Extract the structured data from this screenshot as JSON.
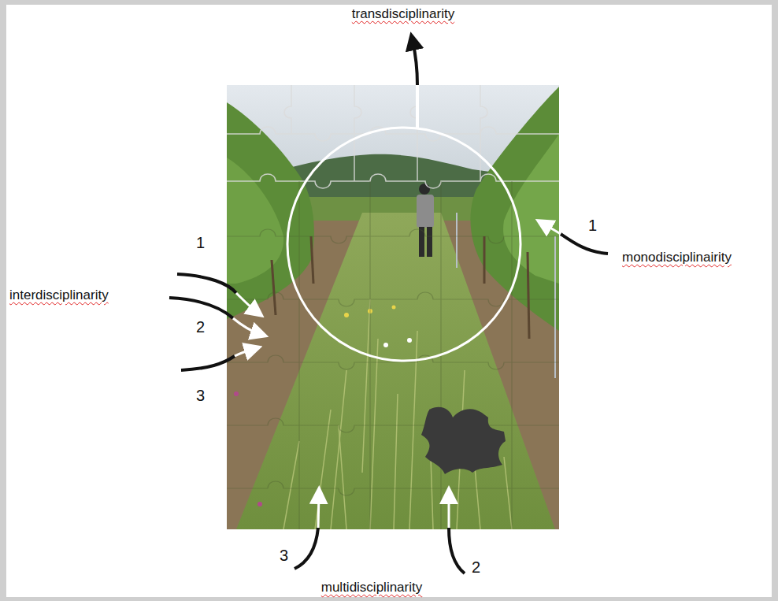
{
  "diagram": {
    "labels": [
      "transdisciplinarity",
      "1",
      "monodisciplinairity",
      "1",
      "interdisciplinarity",
      "2",
      "3",
      "3",
      "2",
      "multidisciplinarity"
    ]
  }
}
